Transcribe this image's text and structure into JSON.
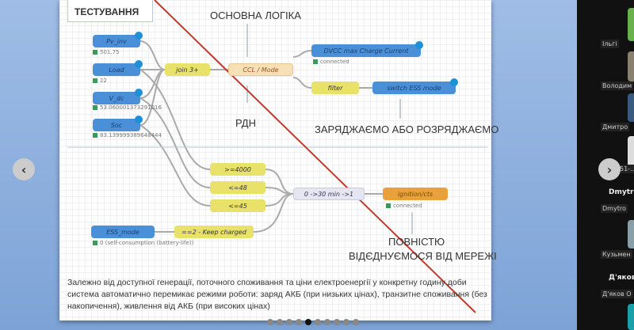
{
  "slide": {
    "title": "ТЕСТУВАННЯ",
    "labels": {
      "main_logic": "ОСНОВНА ЛОГІКА",
      "rdn": "РДН",
      "charge": "ЗАРЯДЖАЄМО АБО РОЗРЯДЖАЄМО",
      "disconnect1": "ПОВНІСТЮ",
      "disconnect2": "ВІДЄДНУЄМОСЯ ВІД МЕРЕЖІ"
    },
    "nodes": {
      "pv": {
        "label": "Pv_inv",
        "status": "501.75"
      },
      "load": {
        "label": "Load",
        "status": "22"
      },
      "vdc": {
        "label": "V_dc",
        "status": "53.060001373291016"
      },
      "soc": {
        "label": "Soc",
        "status": "83.139999389648444"
      },
      "join": "join 3+",
      "ccl": "CCL / Mode",
      "dvcc": {
        "label": "DVCC max Charge Current",
        "status": "connected"
      },
      "filter": "filter",
      "switch": "switch ESS mode",
      "sw1": ">=4000",
      "sw2": "<=48",
      "sw3": "<=45",
      "ess": {
        "label": "ESS_mode",
        "status": "0 (self-consumption (battery-life))"
      },
      "keep": "==2 - Keep charged",
      "timer": "0 ->30 min ->1",
      "ignition": {
        "label": "ignition/cts",
        "status": "connected"
      }
    },
    "description": "Залежно від доступної генерації, поточного споживання та ціни електроенергії у конкретну годину доби система автоматично перемикає режими роботи: заряд АКБ (при низьких цінах), транзитне споживання (без накопичення), живлення від АКБ (при високих цінах)",
    "pagination": {
      "total": 10,
      "active": 5
    }
  },
  "nav": {
    "prev": "‹",
    "next": "›"
  },
  "participants": [
    "Ільгі",
    "Володим",
    "Дмитро",
    "51-...",
    "Dmytro",
    "Dmytro",
    "Кузьмен",
    "Д'яков",
    "Д'яков О"
  ],
  "colors": {
    "accent": "#4a90d9",
    "strike": "#c0392b"
  }
}
